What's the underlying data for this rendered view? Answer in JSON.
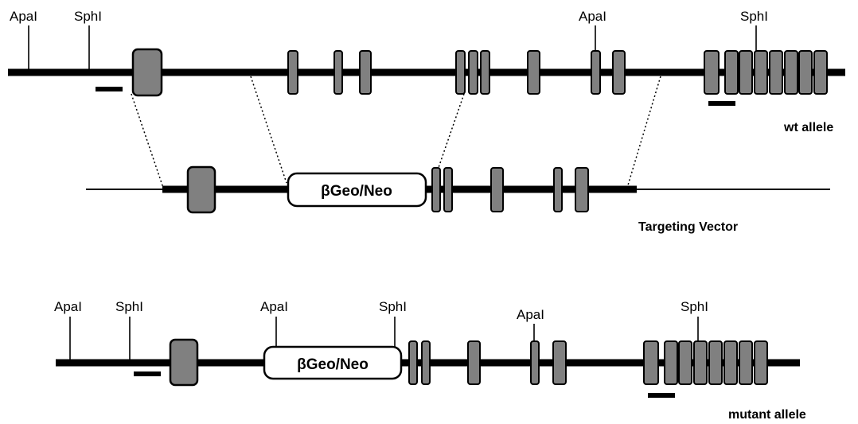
{
  "wt_allele": {
    "label": "wt allele",
    "sites": [
      "ApaI",
      "SphI",
      "ApaI",
      "SphI"
    ]
  },
  "targeting_vector": {
    "label": "Targeting Vector",
    "cassette": "βGeo/Neo"
  },
  "mutant_allele": {
    "label": "mutant allele",
    "cassette": "βGeo/Neo",
    "sites": [
      "ApaI",
      "SphI",
      "ApaI",
      "SphI",
      "ApaI",
      "SphI"
    ]
  },
  "colors": {
    "exon_fill": "#808080",
    "line": "#000000",
    "cassette_fill": "#ffffff"
  }
}
